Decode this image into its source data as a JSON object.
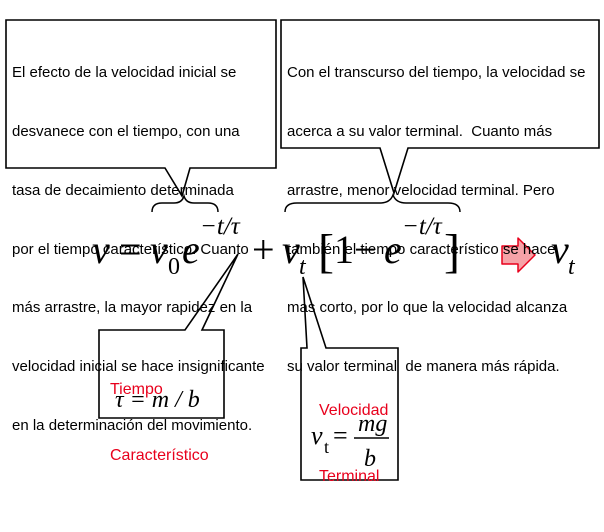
{
  "callouts": {
    "left_note": [
      "El efecto de la velocidad inicial se",
      "desvanece con el tiempo, con una",
      "tasa de decaimiento determinada",
      "por el tiempo característico. Cuanto",
      "más arrastre, la mayor rapidez en la",
      "velocidad inicial se hace insignificante",
      "en la determinación del movimiento."
    ],
    "right_note": [
      "Con el transcurso del tiempo, la velocidad se",
      "acerca a su valor terminal.  Cuanto más",
      "arrastre, menor velocidad terminal. Pero",
      "también el tiempo característico se hace",
      "mas corto, por lo que la velocidad alcanza",
      "su valor terminal  de manera más rápida."
    ]
  },
  "equation": {
    "v": "v",
    "equals": "=",
    "v0_base": "v",
    "v0_sub": "0",
    "e": "e",
    "exp": "−t/τ",
    "plus": "+",
    "vt_base": "v",
    "vt_sub": "t",
    "bracket_open": "[",
    "one": "1",
    "minus": "−",
    "e2": "e",
    "exp2": "−t/τ",
    "bracket_close": "]",
    "result_base": "v",
    "result_sub": "t"
  },
  "tau_box": {
    "title_line1": "Tiempo",
    "title_line2": "Característico",
    "formula": "τ = m / b"
  },
  "vt_box": {
    "title_line1": "Velocidad",
    "title_line2": "Terminal",
    "lhs_base": "v",
    "lhs_sub": "t",
    "equals": "=",
    "numerator": "mg",
    "denominator": "b"
  },
  "colors": {
    "accent_red": "#e8001c",
    "arrow_fill": "#f6a3a8",
    "arrow_stroke": "#e8001c"
  },
  "icons": {
    "result_arrow": "right-arrow-icon"
  }
}
